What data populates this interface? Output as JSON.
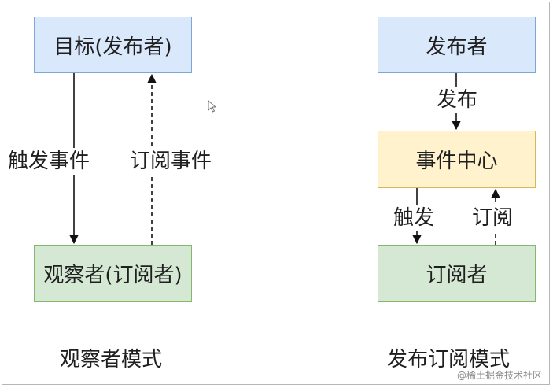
{
  "left": {
    "target_box": "目标(发布者)",
    "observer_box": "观察者(订阅者)",
    "trigger_label": "触发事件",
    "subscribe_label": "订阅事件",
    "caption": "观察者模式"
  },
  "right": {
    "publisher_box": "发布者",
    "event_center_box": "事件中心",
    "subscriber_box": "订阅者",
    "publish_label": "发布",
    "trigger_label": "触发",
    "subscribe_label": "订阅",
    "caption": "发布订阅模式"
  },
  "watermark": "@稀土掘金技术社区",
  "colors": {
    "blue_fill": "#dae8fc",
    "blue_border": "#7ea6d8",
    "green_fill": "#d5e8d4",
    "green_border": "#86b86b",
    "yellow_fill": "#fff2cc",
    "yellow_border": "#d6b656"
  }
}
